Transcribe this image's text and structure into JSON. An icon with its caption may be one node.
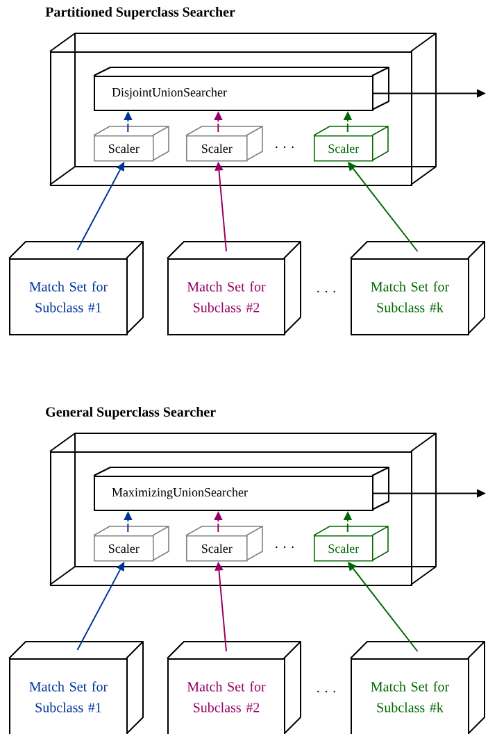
{
  "diagram": {
    "nodes": [
      {
        "text": [
          "Partitioned Superclass Searcher"
        ]
      },
      {
        "text": [
          "DisjointUnionSearcher"
        ],
        "in": 0
      },
      {
        "text": [
          "Scaler"
        ],
        "in": 0
      },
      {
        "text": [
          "Scaler"
        ],
        "in": 0
      },
      {
        "text": [
          "Scaler"
        ],
        "in": 0
      },
      {
        "text": [
          "Match Set for Subclass #1"
        ]
      },
      {
        "text": [
          "Match Set for Subclass #2"
        ]
      },
      {
        "text": [
          "Match Set for Subclass #k"
        ]
      },
      {
        "text": [
          "General Superclass Searcher"
        ]
      },
      {
        "text": [
          "MaximizingUnionSearcher"
        ],
        "in": 8
      },
      {
        "text": [
          "Scaler"
        ],
        "in": 8
      },
      {
        "text": [
          "Scaler"
        ],
        "in": 8
      },
      {
        "text": [
          "Scaler"
        ],
        "in": 8
      },
      {
        "text": [
          "Match Set for Subclass #1"
        ]
      },
      {
        "text": [
          "Match Set for Subclass #2"
        ]
      },
      {
        "text": [
          "Match Set for Subclass #k"
        ]
      }
    ],
    "edges": [
      {
        "from": 1,
        "to": null,
        "arrow": "to",
        "color": "#000000"
      },
      {
        "from": 2,
        "to": 1,
        "arrow": "to",
        "style": "dashed",
        "color": "#003399"
      },
      {
        "from": 3,
        "to": 1,
        "arrow": "to",
        "style": "dashed",
        "color": "#990066"
      },
      {
        "from": 4,
        "to": 1,
        "arrow": "to",
        "style": "dashed",
        "color": "#006600"
      },
      {
        "from": 5,
        "to": 2,
        "arrow": "to",
        "color": "#003399"
      },
      {
        "from": 6,
        "to": 3,
        "arrow": "to",
        "color": "#990066"
      },
      {
        "from": 7,
        "to": 4,
        "arrow": "to",
        "color": "#006600"
      },
      {
        "from": 9,
        "to": null,
        "arrow": "to",
        "color": "#000000"
      },
      {
        "from": 10,
        "to": 9,
        "arrow": "to",
        "style": "dashed",
        "color": "#003399"
      },
      {
        "from": 11,
        "to": 9,
        "arrow": "to",
        "style": "dashed",
        "color": "#990066"
      },
      {
        "from": 12,
        "to": 9,
        "arrow": "to",
        "style": "dashed",
        "color": "#006600"
      },
      {
        "from": 13,
        "to": 10,
        "arrow": "to",
        "color": "#003399"
      },
      {
        "from": 14,
        "to": 11,
        "arrow": "to",
        "color": "#990066"
      },
      {
        "from": 15,
        "to": 12,
        "arrow": "to",
        "color": "#006600"
      }
    ],
    "labels": [
      ". . .",
      ". . .",
      ". . .",
      ". . ."
    ]
  }
}
